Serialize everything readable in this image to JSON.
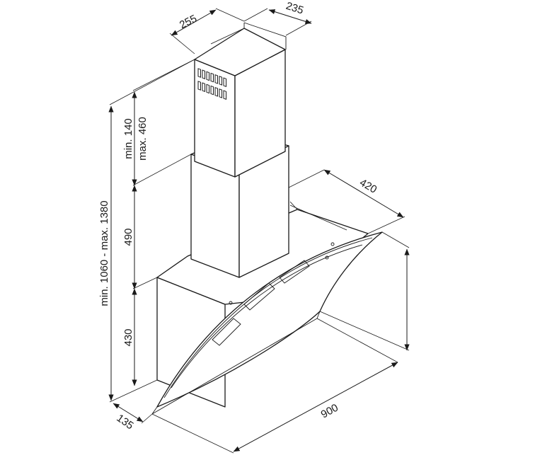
{
  "dimensions": {
    "chimney_width": "255",
    "chimney_depth": "235",
    "upper_telescopic": "min. 140",
    "upper_telescopic_max": "max. 460",
    "chimney_lower": "490",
    "hood_body_height": "430",
    "total_height": "min. 1060 - max. 1380",
    "hood_depth": "420",
    "base_depth": "135",
    "hood_width": "900"
  },
  "colors": {
    "line": "#1a1a1a",
    "background": "#ffffff"
  }
}
